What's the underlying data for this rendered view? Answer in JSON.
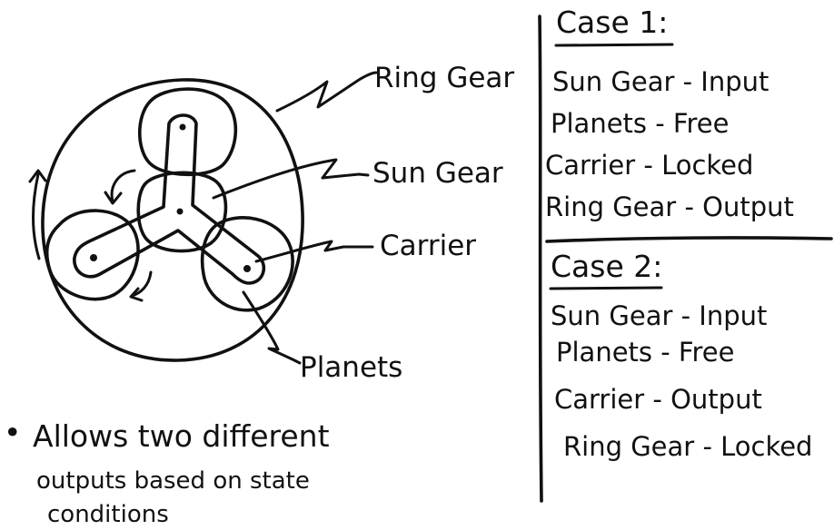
{
  "diagram": {
    "labels": {
      "ring_gear": "Ring Gear",
      "sun_gear": "Sun Gear",
      "carrier": "Carrier",
      "planets": "Planets"
    }
  },
  "case1": {
    "title": "Case 1:",
    "rows": [
      "Sun Gear - Input",
      "Planets - Free",
      "Carrier - Locked",
      "Ring Gear - Output"
    ]
  },
  "case2": {
    "title": "Case 2:",
    "rows": [
      "Sun Gear - Input",
      "Planets - Free",
      "Carrier - Output",
      "Ring Gear - Locked"
    ]
  },
  "note": {
    "bullet": "•",
    "line1": "Allows two different",
    "line2": "outputs based on state",
    "line3": "conditions"
  }
}
